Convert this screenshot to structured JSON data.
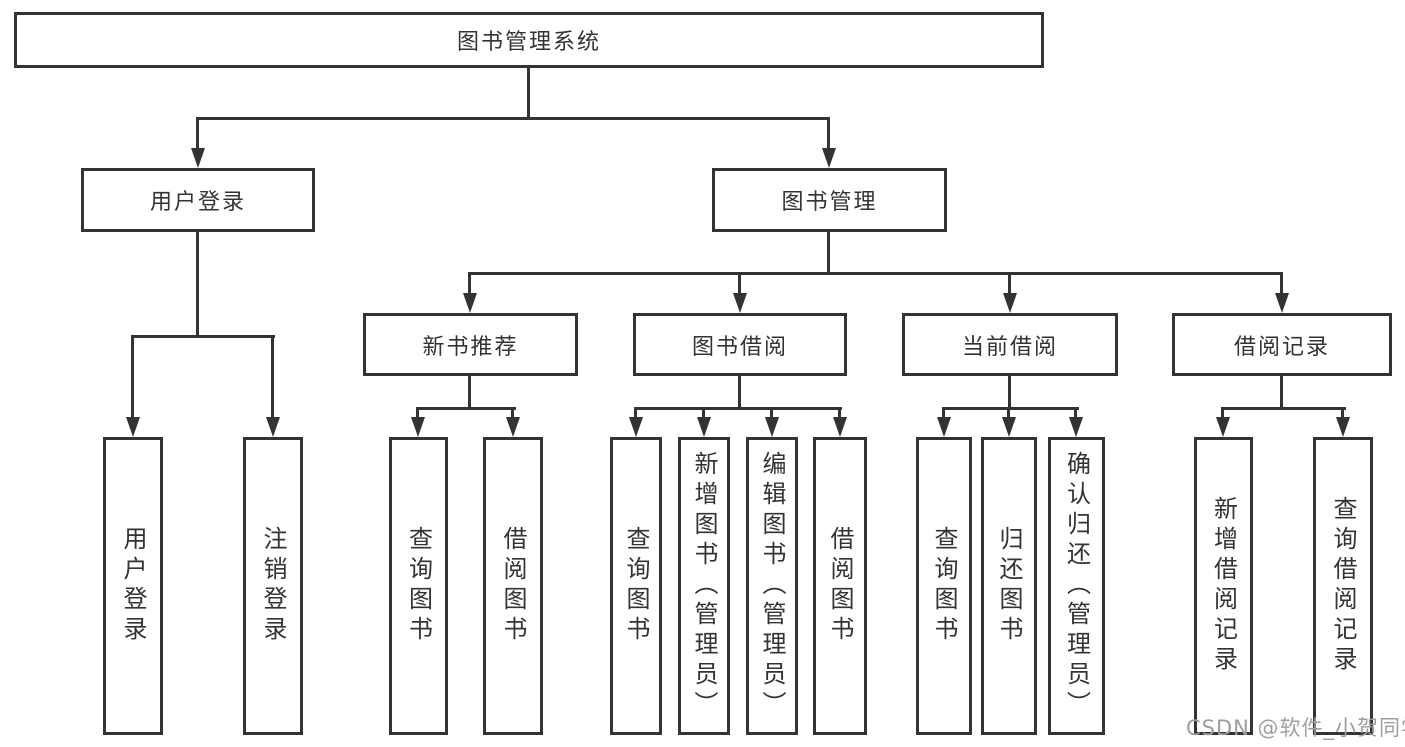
{
  "diagram_title": "图书管理系统",
  "tree": {
    "root": {
      "label": "图书管理系统"
    },
    "branches": [
      {
        "label": "用户登录",
        "children": [
          {
            "label": "用户登录"
          },
          {
            "label": "注销登录"
          }
        ]
      },
      {
        "label": "图书管理",
        "children": [
          {
            "label": "新书推荐",
            "children": [
              {
                "label": "查询图书"
              },
              {
                "label": "借阅图书"
              }
            ]
          },
          {
            "label": "图书借阅",
            "children": [
              {
                "label": "查询图书"
              },
              {
                "label": "新增图书（管理员）"
              },
              {
                "label": "编辑图书（管理员）"
              },
              {
                "label": "借阅图书"
              }
            ]
          },
          {
            "label": "当前借阅",
            "children": [
              {
                "label": "查询图书"
              },
              {
                "label": "归还图书"
              },
              {
                "label": "确认归还（管理员）"
              }
            ]
          },
          {
            "label": "借阅记录",
            "children": [
              {
                "label": "新增借阅记录"
              },
              {
                "label": "查询借阅记录"
              }
            ]
          }
        ]
      }
    ]
  },
  "watermark": {
    "text": "CSDN @软件_小贺同学"
  },
  "colors": {
    "line": "#333333",
    "box_border": "#333333",
    "text": "#333333",
    "watermark": "#9e9e9e",
    "background": "#ffffff"
  }
}
